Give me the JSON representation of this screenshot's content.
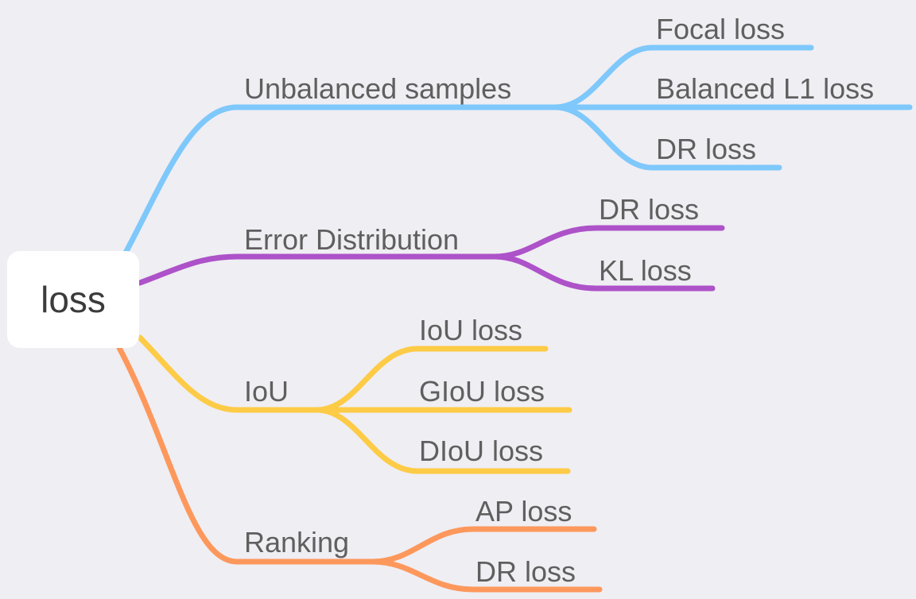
{
  "root": {
    "label": "loss"
  },
  "branches": [
    {
      "label": "Unbalanced samples",
      "color": "#7ec8fb",
      "children": [
        "Focal loss",
        "Balanced L1 loss",
        "DR loss"
      ]
    },
    {
      "label": "Error Distribution",
      "color": "#ad52c8",
      "children": [
        "DR loss",
        "KL loss"
      ]
    },
    {
      "label": "IoU",
      "color": "#fdcb46",
      "children": [
        "IoU loss",
        "GIoU loss",
        "DIoU loss"
      ]
    },
    {
      "label": "Ranking",
      "color": "#fd985c",
      "children": [
        "AP loss",
        "DR loss"
      ]
    }
  ]
}
